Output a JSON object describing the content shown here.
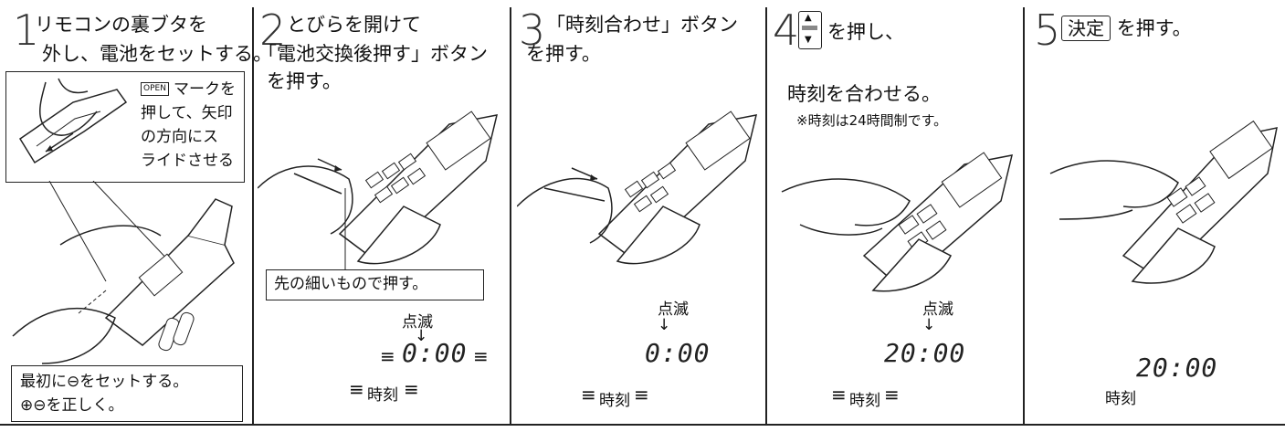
{
  "steps": [
    {
      "num": "1",
      "lines": [
        "リモコンの裏ブタを",
        "外し、電池をセットする。"
      ],
      "inset": [
        "マークを",
        "押して、矢印",
        "の方向にス",
        "ライドさせる"
      ],
      "inset_badge": "OPEN",
      "note_lines": [
        "最初に⊖をセットする。",
        "⊕⊖を正しく。"
      ]
    },
    {
      "num": "2",
      "lines": [
        "とびらを開けて",
        "「電池交換後押す」ボタン",
        "を押す。"
      ],
      "note": "先の細いもので押す。",
      "blink": "点滅",
      "display": "0:00",
      "time_label": "時刻"
    },
    {
      "num": "3",
      "lines": [
        "「時刻合わせ」ボタン",
        "を押す。"
      ],
      "blink": "点滅",
      "display": "0:00",
      "time_label": "時刻"
    },
    {
      "num": "4",
      "lines": [
        "を押し、",
        "時刻を合わせる。"
      ],
      "note": "※時刻は24時間制です。",
      "blink": "点滅",
      "display": "20:00",
      "time_label": "時刻"
    },
    {
      "num": "5",
      "key": "決定",
      "lines": [
        "を押す。"
      ],
      "display": "20:00",
      "time_label": "時刻"
    }
  ]
}
